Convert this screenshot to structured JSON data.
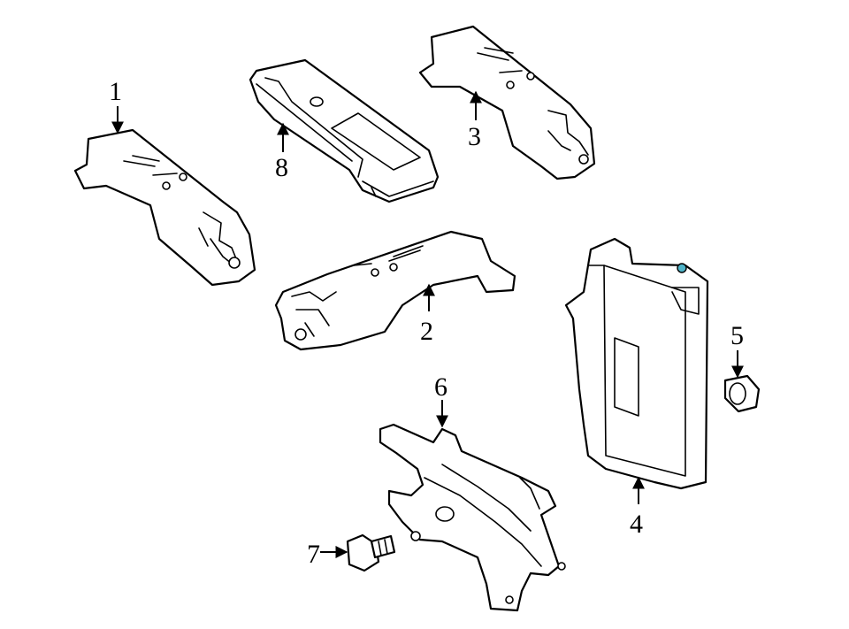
{
  "diagram": {
    "callouts": [
      {
        "id": "1",
        "label": "1"
      },
      {
        "id": "2",
        "label": "2"
      },
      {
        "id": "3",
        "label": "3"
      },
      {
        "id": "4",
        "label": "4"
      },
      {
        "id": "5",
        "label": "5"
      },
      {
        "id": "6",
        "label": "6"
      },
      {
        "id": "7",
        "label": "7"
      },
      {
        "id": "8",
        "label": "8"
      }
    ],
    "accent_hole_color": "#4fb3c8"
  }
}
